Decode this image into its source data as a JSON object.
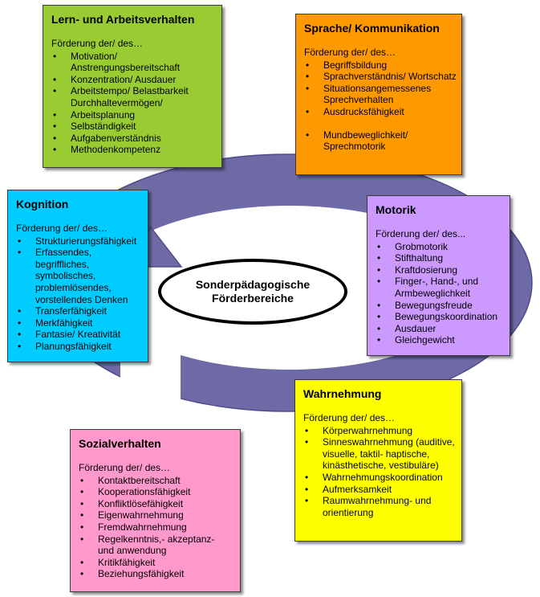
{
  "center": {
    "line1": "Sonderpädagogische",
    "line2": "Förderbereiche"
  },
  "colors": {
    "ring": "#6d6aa6",
    "lern": "#99cc33",
    "sprache": "#ff9900",
    "kognition": "#00ccff",
    "motorik": "#cc99ff",
    "wahrnehmung": "#ffff00",
    "sozial": "#ff99cc"
  },
  "boxes": {
    "lern": {
      "title": "Lern- und Arbeitsverhalten",
      "intro": "Förderung der/ des…",
      "items": [
        "Motivation/ Anstrengungsbereitschaft",
        "Konzentration/ Ausdauer",
        "Arbeitstempo/ Belastbarkeit Durchhaltevermögen/",
        "Arbeitsplanung",
        "Selbständigkeit",
        "Aufgabenverständnis",
        "Methodenkompetenz"
      ]
    },
    "sprache": {
      "title": "Sprache/ Kommunikation",
      "intro": "Förderung der/ des…",
      "items": [
        "Begriffsbildung",
        "Sprachverständnis/ Wortschatz",
        "Situationsangemessenes Sprechverhalten",
        "Ausdrucksfähigkeit",
        "Mundbeweglichkeit/ Sprechmotorik"
      ]
    },
    "kognition": {
      "title": "Kognition",
      "intro": "Förderung der/ des…",
      "items": [
        "Strukturierungsfähigkeit",
        "Erfassendes, begriffliches, symbolisches, problemlösendes, vorstellendes Denken",
        "Transferfähigkeit",
        "Merkfähigkeit",
        "Fantasie/ Kreativität",
        "Planungsfähigkeit"
      ]
    },
    "motorik": {
      "title": "Motorik",
      "intro": "Förderung der/ des...",
      "items": [
        "Grobmotorik",
        "Stifthaltung",
        "Kraftdosierung",
        "Finger-, Hand-, und Armbeweglichkeit",
        "Bewegungsfreude",
        "Bewegungskoordination",
        "Ausdauer",
        "Gleichgewicht"
      ]
    },
    "wahrnehmung": {
      "title": "Wahrnehmung",
      "intro": "Förderung der/ des…",
      "items": [
        "Körperwahrnehmung",
        "Sinneswahrnehmung  (auditive, visuelle, taktil- haptische, kinästhetische, vestibuläre)",
        "Wahrnehmungskoordination",
        "Aufmerksamkeit",
        "Raumwahrnehmung-  und orientierung"
      ]
    },
    "sozial": {
      "title": "Sozialverhalten",
      "intro": "Förderung der/ des…",
      "items": [
        "Kontaktbereitschaft",
        "Kooperationsfähigkeit",
        "Konfliktlösefähigkeit",
        "Eigenwahrnehmung",
        "Fremdwahrnehmung",
        "Regelkenntnis,- akzeptanz- und anwendung",
        "Kritikfähigkeit",
        "Beziehungsfähigkeit"
      ]
    }
  }
}
